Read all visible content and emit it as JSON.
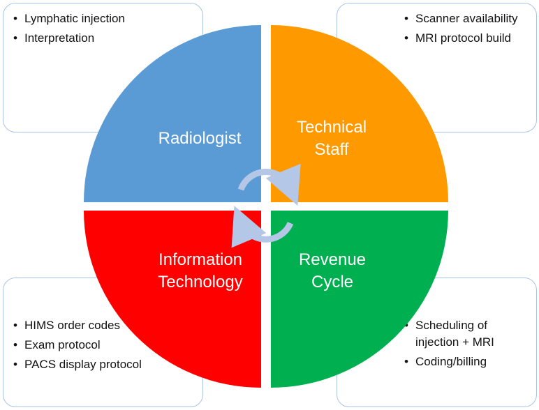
{
  "colors": {
    "radiologist": "#5b9bd5",
    "technical": "#ff9900",
    "it": "#ff0000",
    "revenue": "#00b050",
    "arrow": "#b4c7e7"
  },
  "quadrants": {
    "radiologist": {
      "line1": "Radiologist"
    },
    "technical": {
      "line1": "Technical",
      "line2": "Staff"
    },
    "it": {
      "line1": "Information",
      "line2": "Technology"
    },
    "revenue": {
      "line1": "Revenue",
      "line2": "Cycle"
    }
  },
  "boxes": {
    "top_left": [
      "Lymphatic injection",
      "Interpretation"
    ],
    "top_right": [
      "Scanner availability",
      "MRI protocol build"
    ],
    "bottom_left": [
      "HIMS order codes",
      "Exam protocol",
      "PACS display protocol"
    ],
    "bottom_right": [
      "Scheduling of injection + MRI",
      "Coding/billing"
    ]
  }
}
